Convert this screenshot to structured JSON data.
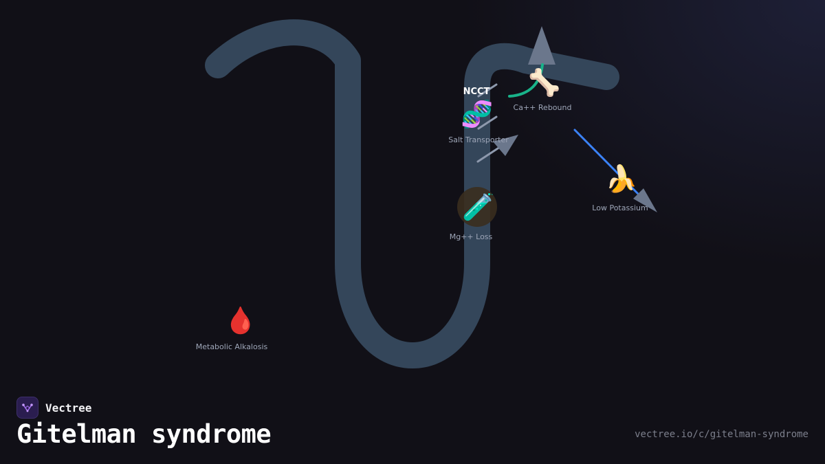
{
  "diagram": {
    "transporter_label": "NCCT",
    "nodes": {
      "salt_transporter": {
        "label": "Salt Transporter",
        "icon": "🧬",
        "icon_name": "dna-icon"
      },
      "calcium_rebound": {
        "label": "Ca++ Rebound",
        "icon": "🦴",
        "icon_name": "bone-icon"
      },
      "low_potassium": {
        "label": "Low Potassium",
        "icon": "🍌",
        "icon_name": "banana-icon"
      },
      "magnesium_loss": {
        "label": "Mg++ Loss",
        "icon": "🧪",
        "icon_name": "test-tube-icon"
      },
      "metabolic_alkalosis": {
        "label": "Metabolic Alkalosis",
        "icon": "🩸",
        "icon_name": "blood-drop-icon"
      }
    },
    "colors": {
      "tubule": "#34465a",
      "arrow_head": "#6b778c",
      "calcium_arrow": "#19b38a",
      "potassium_arrow": "#3b82f6",
      "label_text": "#9ea6b8"
    }
  },
  "brand": {
    "name": "Vectree",
    "logo_icon": "vectree-logo-icon"
  },
  "page": {
    "title": "Gitelman syndrome",
    "url": "vectree.io/c/gitelman-syndrome"
  }
}
